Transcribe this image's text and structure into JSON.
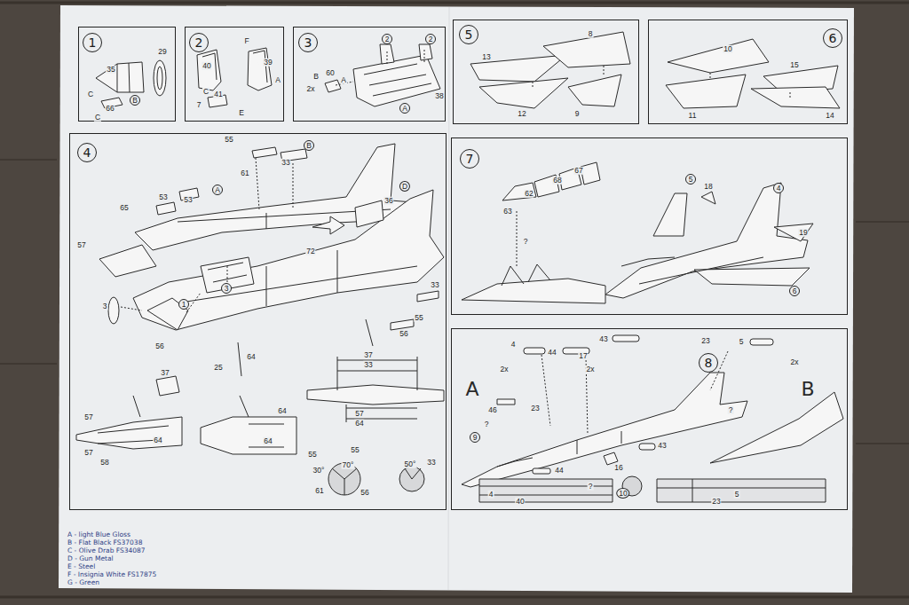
{
  "diagram": {
    "nodes": [
      {
        "text": [
          "1"
        ]
      },
      {
        "text": [
          "2"
        ]
      },
      {
        "text": [
          "3"
        ]
      },
      {
        "text": [
          "5"
        ]
      },
      {
        "text": [
          "6"
        ]
      },
      {
        "text": [
          "4"
        ]
      },
      {
        "text": [
          "7"
        ]
      },
      {
        "text": [
          "8"
        ]
      }
    ],
    "labels": [
      "35",
      "29",
      "C",
      "B",
      "66",
      "C",
      "F",
      "40",
      "39",
      "A",
      "C",
      "41",
      "7",
      "E",
      "2",
      "2",
      "2x",
      "B",
      "60",
      "A",
      "38",
      "A",
      "13",
      "8",
      "12",
      "9",
      "10",
      "15",
      "11",
      "14",
      "55",
      "33",
      "B",
      "61",
      "53",
      "53",
      "A",
      "65",
      "57",
      "36",
      "D",
      "72",
      "3",
      "1",
      "3",
      "33",
      "55",
      "56",
      "56",
      "64",
      "25",
      "37",
      "57",
      "64",
      "57",
      "58",
      "64",
      "64",
      "37",
      "33",
      "57",
      "64",
      "55",
      "55",
      "70°",
      "50°",
      "33",
      "30°",
      "61",
      "56",
      "67",
      "68",
      "62",
      "63",
      "?",
      "5",
      "18",
      "4",
      "19",
      "6",
      "A",
      "B",
      "4",
      "44",
      "43",
      "17",
      "23",
      "5",
      "2x",
      "2x",
      "2x",
      "46",
      "?",
      "9",
      "23",
      "43",
      "44",
      "16",
      "?",
      "10",
      "?",
      "4",
      "40",
      "5",
      "23",
      "A - light Blue Gloss",
      "B - Flat Black FS37038",
      "C - Olive Drab FS34087",
      "D - Gun Metal",
      "E - Steel",
      "F - Insignia White FS17875",
      "G - Green"
    ]
  }
}
